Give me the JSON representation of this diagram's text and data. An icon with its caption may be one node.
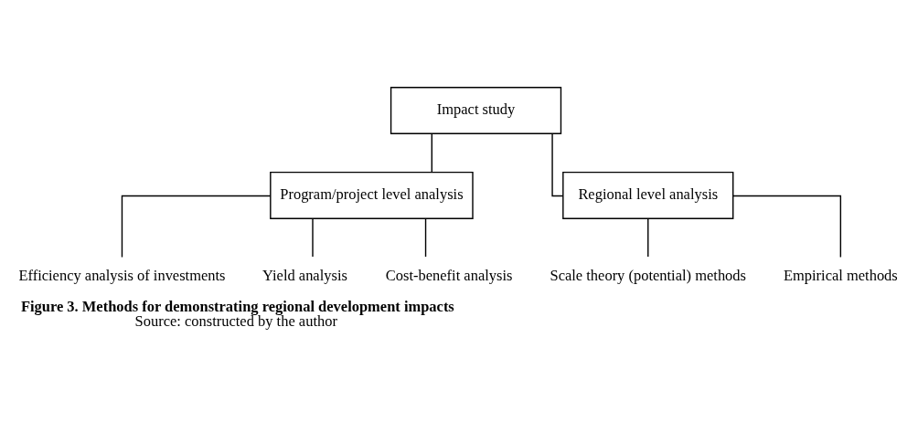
{
  "diagram": {
    "title": "Figure 3. Methods for demonstrating regional development impacts",
    "caption": "Source: constructed by the author",
    "nodes": [
      {
        "text": [
          "Impact study"
        ]
      },
      {
        "text": [
          "Program/project level analysis"
        ]
      },
      {
        "text": [
          "Regional level analysis"
        ]
      },
      {
        "text": [
          "Efficiency analysis of investments"
        ]
      },
      {
        "text": [
          "Yield analysis"
        ]
      },
      {
        "text": [
          "Cost-benefit analysis"
        ]
      },
      {
        "text": [
          "Scale theory (potential) methods"
        ]
      },
      {
        "text": [
          "Empirical methods"
        ]
      }
    ],
    "edges": [
      {
        "from": 0,
        "to": 1,
        "arrow": "none"
      },
      {
        "from": 0,
        "to": 2,
        "arrow": "none"
      },
      {
        "from": 1,
        "to": 3,
        "arrow": "none"
      },
      {
        "from": 1,
        "to": 4,
        "arrow": "none"
      },
      {
        "from": 1,
        "to": 5,
        "arrow": "none"
      },
      {
        "from": 2,
        "to": 6,
        "arrow": "none"
      },
      {
        "from": 2,
        "to": 7,
        "arrow": "none"
      }
    ]
  }
}
